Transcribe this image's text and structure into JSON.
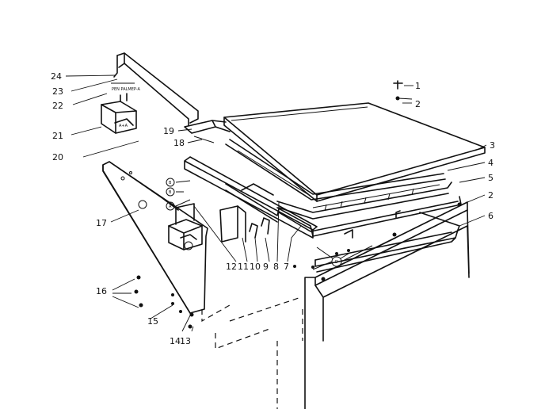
{
  "diagram": {
    "part_label_plate": "PEN PALMEP-A",
    "part_label_switch": "A+A",
    "circle_marks": [
      "B",
      "B",
      "A",
      "D"
    ],
    "callouts": [
      {
        "id": "c1",
        "text": "1"
      },
      {
        "id": "c2a",
        "text": "2"
      },
      {
        "id": "c3",
        "text": "3"
      },
      {
        "id": "c4",
        "text": "4"
      },
      {
        "id": "c5",
        "text": "5"
      },
      {
        "id": "c2b",
        "text": "2"
      },
      {
        "id": "c6",
        "text": "6"
      },
      {
        "id": "c7",
        "text": "7"
      },
      {
        "id": "c8",
        "text": "8"
      },
      {
        "id": "c9",
        "text": "9"
      },
      {
        "id": "c10",
        "text": "10"
      },
      {
        "id": "c11",
        "text": "11"
      },
      {
        "id": "c12",
        "text": "12"
      },
      {
        "id": "c13",
        "text": "13"
      },
      {
        "id": "c14",
        "text": "14"
      },
      {
        "id": "c15",
        "text": "15"
      },
      {
        "id": "c16",
        "text": "16"
      },
      {
        "id": "c17",
        "text": "17"
      },
      {
        "id": "c18",
        "text": "18"
      },
      {
        "id": "c19",
        "text": "19"
      },
      {
        "id": "c20",
        "text": "20"
      },
      {
        "id": "c21",
        "text": "21"
      },
      {
        "id": "c22",
        "text": "22"
      },
      {
        "id": "c23",
        "text": "23"
      },
      {
        "id": "c24",
        "text": "24"
      }
    ]
  }
}
